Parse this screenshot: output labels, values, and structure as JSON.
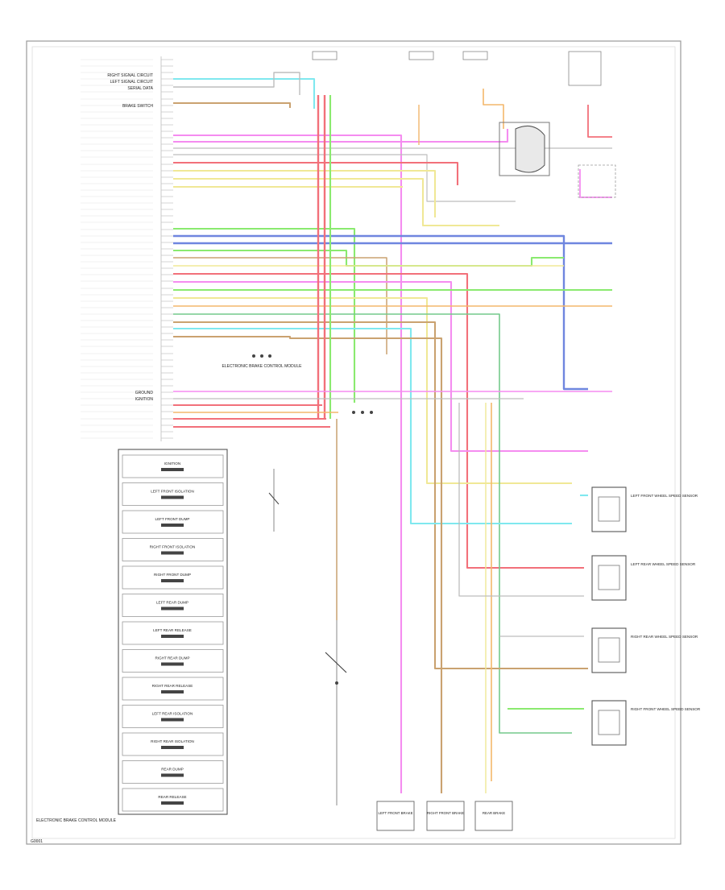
{
  "diagram": {
    "left_labels": [
      "RIGHT SIGNAL CIRCUIT",
      "LEFT SIGNAL CIRCUIT",
      "SERIAL DATA",
      "BRAKE SWITCH",
      "GROUND",
      "IGNITION"
    ],
    "wire_colors": [
      {
        "code": "GRY",
        "hex": "#bdbdbd"
      },
      {
        "code": "LT BLU",
        "hex": "#7fe8ef"
      },
      {
        "code": "TAN/WHT",
        "hex": "#caa270"
      },
      {
        "code": "PPL",
        "hex": "#f58cf0"
      },
      {
        "code": "LT GRN",
        "hex": "#8aea6f"
      },
      {
        "code": "DK BLU",
        "hex": "#6f86df"
      },
      {
        "code": "RED",
        "hex": "#f2707a"
      },
      {
        "code": "ORN",
        "hex": "#f3b76b"
      },
      {
        "code": "YEL",
        "hex": "#f0e896"
      },
      {
        "code": "DK GRN",
        "hex": "#74c98c"
      },
      {
        "code": "BLK",
        "hex": "#8a8a8a"
      }
    ],
    "center_module": "ELECTRONIC BRAKE CONTROL MODULE",
    "valve_block": [
      "IGNITION",
      "LEFT FRONT ISOLATION",
      "LEFT FRONT DUMP",
      "RIGHT FRONT ISOLATION",
      "RIGHT FRONT DUMP",
      "LEFT REAR DUMP",
      "LEFT REAR RELEASE",
      "RIGHT REAR DUMP",
      "RIGHT REAR RELEASE",
      "LEFT REAR ISOLATION",
      "RIGHT REAR ISOLATION",
      "REAR DUMP",
      "REAR RELEASE"
    ],
    "wheel_sensors": [
      "LEFT FRONT WHEEL SPEED SENSOR",
      "LEFT REAR WHEEL SPEED SENSOR",
      "RIGHT REAR WHEEL SPEED SENSOR",
      "RIGHT FRONT WHEEL SPEED SENSOR"
    ],
    "bottom_switches": [
      "LEFT FRONT BRAKE",
      "RIGHT FRONT BRAKE",
      "REAR BRAKE"
    ],
    "footer_note": "ELECTRONIC BRAKE CONTROL MODULE",
    "corner_code": "G0001"
  }
}
